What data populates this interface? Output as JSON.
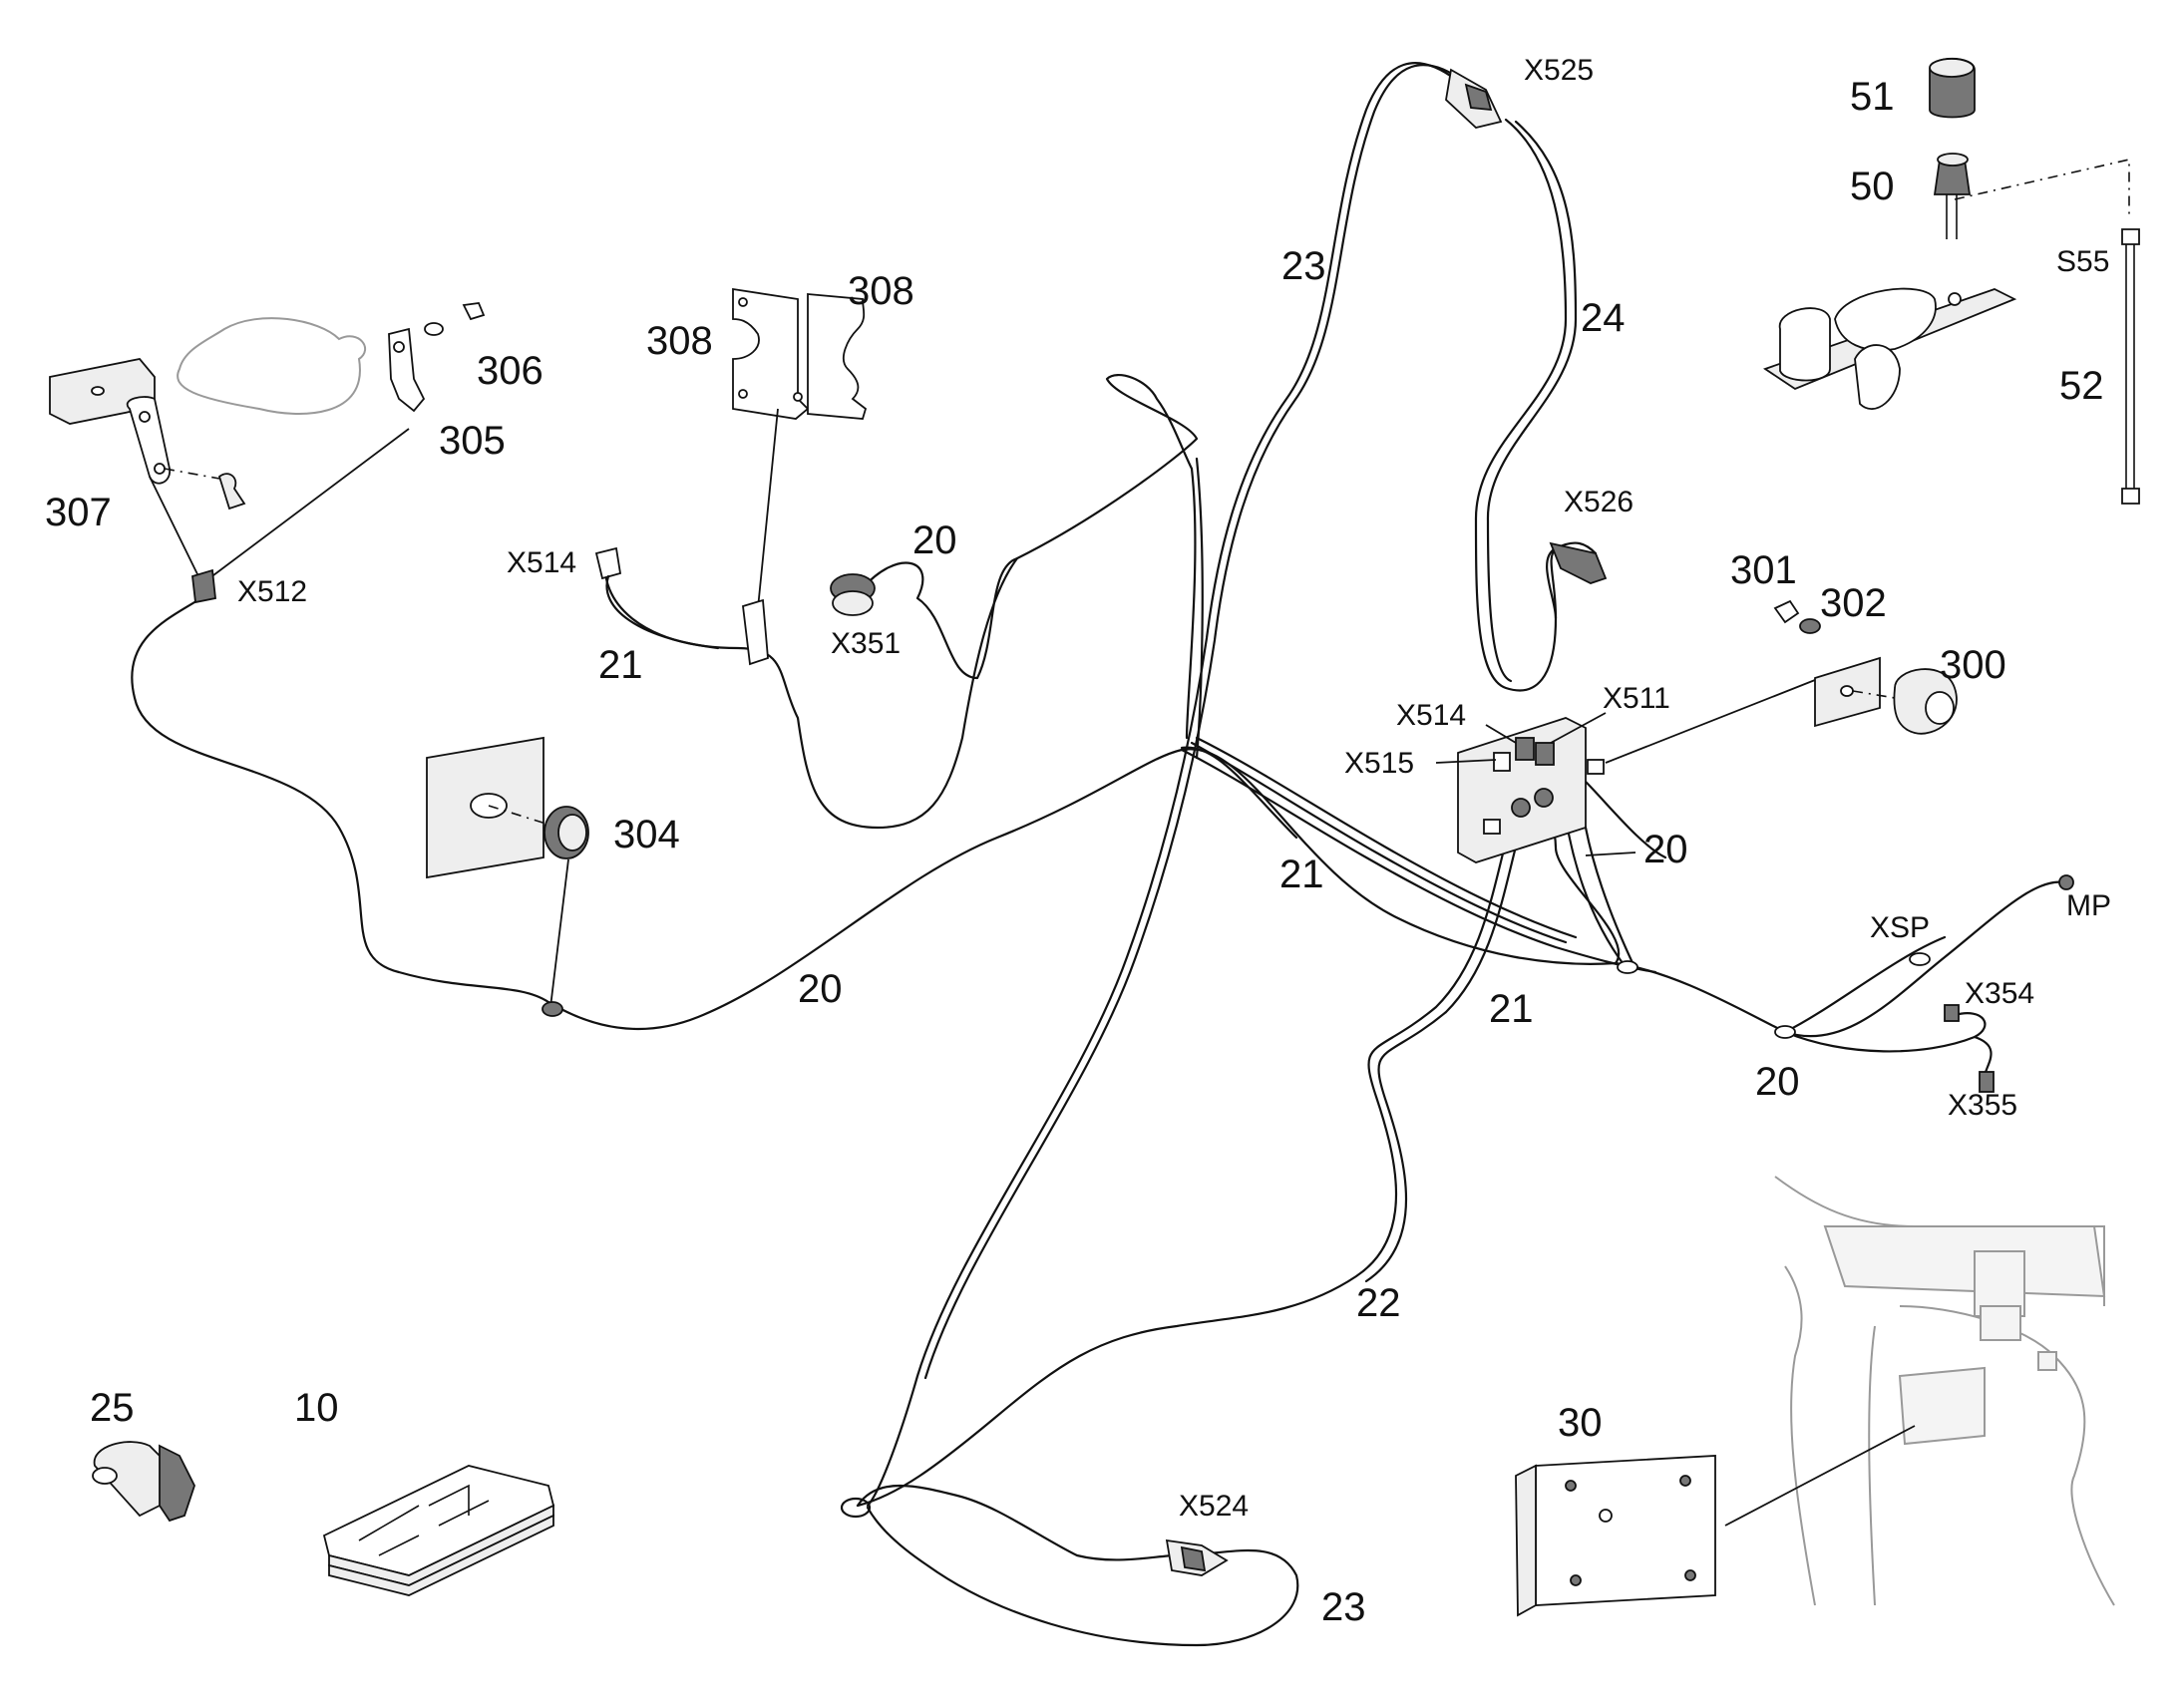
{
  "diagram": {
    "item_numbers": {
      "n10": "10",
      "n20a": "20",
      "n20b": "20",
      "n20c": "20",
      "n20d": "20",
      "n21a": "21",
      "n21b": "21",
      "n21c": "21",
      "n22": "22",
      "n23a": "23",
      "n23b": "23",
      "n24": "24",
      "n25": "25",
      "n30": "30",
      "n50": "50",
      "n51": "51",
      "n52": "52",
      "n300": "300",
      "n301": "301",
      "n302": "302",
      "n304": "304",
      "n305": "305",
      "n306": "306",
      "n307": "307",
      "n308a": "308",
      "n308b": "308"
    },
    "connectors": {
      "x511": "X511",
      "x512": "X512",
      "x514a": "X514",
      "x514b": "X514",
      "x515": "X515",
      "x524": "X524",
      "x525": "X525",
      "x526": "X526",
      "x351": "X351",
      "x354": "X354",
      "x355": "X355",
      "xsp": "XSP",
      "mp": "MP",
      "s55": "S55"
    }
  }
}
